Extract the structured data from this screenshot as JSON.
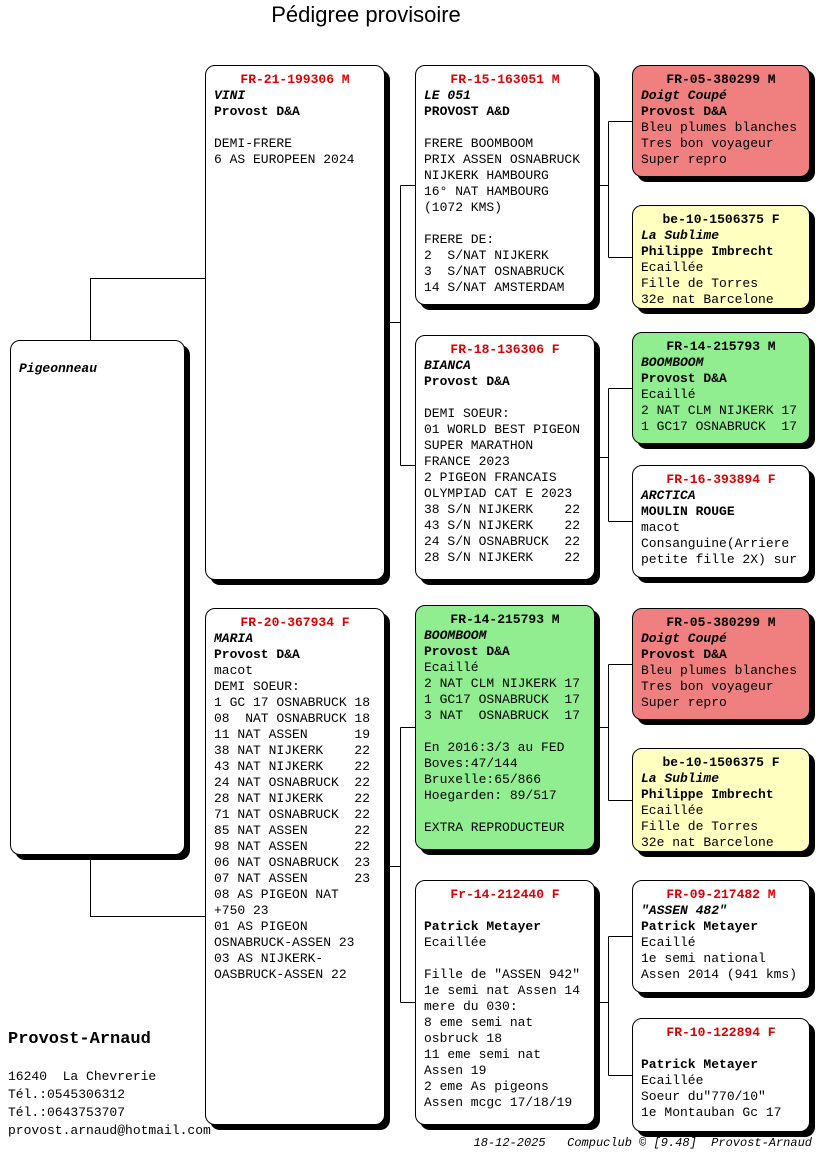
{
  "title": "Pédigree provisoire",
  "palette": {
    "ring_red": "#dd0000",
    "male_pink": "#f08080",
    "female_yellow": "#ffffc0",
    "breeder_green": "#90ee90",
    "card_white": "#ffffff"
  },
  "boxes": {
    "subject": {
      "ring": "",
      "name": "Pigeonneau",
      "owner": "",
      "body": "",
      "bg": "#ffffff"
    },
    "sire": {
      "ring": "FR-21-199306 M",
      "name": "VINI",
      "owner": "Provost D&A",
      "body": "\nDEMI-FRERE\n6 AS EUROPEEN 2024",
      "bg": "#ffffff"
    },
    "dam": {
      "ring": "FR-20-367934 F",
      "name": "MARIA",
      "owner": "Provost D&A",
      "body": "macot\nDEMI SOEUR:\n1 GC 17 OSNABRUCK 18\n08  NAT OSNABRUCK 18\n11 NAT ASSEN      19\n38 NAT NIJKERK    22\n43 NAT NIJKERK    22\n24 NAT OSNABRUCK  22\n28 NAT NIJKERK    22\n71 NAT OSNABRUCK  22\n85 NAT ASSEN      22\n98 NAT ASSEN      22\n06 NAT OSNABRUCK  23\n07 NAT ASSEN      23\n08 AS PIGEON NAT\n+750 23\n01 AS PIGEON\nOSNABRUCK-ASSEN 23\n03 AS NIJKERK-\nOASBRUCK-ASSEN 22",
      "bg": "#ffffff"
    },
    "sire_sire": {
      "ring": "FR-15-163051 M",
      "name": "LE 051",
      "owner": "PROVOST A&D",
      "body": "\nFRERE BOOMBOOM\nPRIX ASSEN OSNABRUCK\nNIJKERK HAMBOURG\n16° NAT HAMBOURG\n(1072 KMS)\n\nFRERE DE:\n2  S/NAT NIJKERK\n3  S/NAT OSNABRUCK\n14 S/NAT AMSTERDAM",
      "bg": "#ffffff"
    },
    "sire_dam": {
      "ring": "FR-18-136306 F",
      "name": "BIANCA",
      "owner": "Provost D&A",
      "body": "\nDEMI SOEUR:\n01 WORLD BEST PIGEON\nSUPER MARATHON\nFRANCE 2023\n2 PIGEON FRANCAIS\nOLYMPIAD CAT E 2023\n38 S/N NIJKERK    22\n43 S/N NIJKERK    22\n24 S/N OSNABRUCK  22\n28 S/N NIJKERK    22",
      "bg": "#ffffff"
    },
    "dam_sire": {
      "ring": "FR-14-215793 M",
      "name": "BOOMBOOM",
      "owner": "Provost D&A",
      "body": "Ecaillé\n2 NAT CLM NIJKERK 17\n1 GC17 OSNABRUCK  17\n3 NAT  OSNABRUCK  17\n\nEn 2016:3/3 au FED\nBoves:47/144\nBruxelle:65/866\nHoegarden: 89/517\n\nEXTRA REPRODUCTEUR",
      "bg": "#90ee90"
    },
    "dam_dam": {
      "ring": "Fr-14-212440 F",
      "name": "",
      "owner": "Patrick Metayer",
      "body": "Ecaillée\n\nFille de \"ASSEN 942\"\n1e semi nat Assen 14\nmere du 030:\n8 eme semi nat\nosbruck 18\n11 eme semi nat\nAssen 19\n2 eme As pigeons\nAssen mcgc 17/18/19",
      "bg": "#ffffff"
    },
    "ss_sire": {
      "ring": "FR-05-380299 M",
      "name": "Doigt Coupé",
      "owner": "Provost D&A",
      "body": "Bleu plumes blanches\nTres bon voyageur\nSuper repro",
      "bg": "#f08080"
    },
    "ss_dam": {
      "ring": "be-10-1506375 F",
      "name": "La Sublime",
      "owner": "Philippe Imbrecht",
      "body": "Ecaillée\nFille de Torres\n32e nat Barcelone",
      "bg": "#ffffc0"
    },
    "sd_sire": {
      "ring": "FR-14-215793 M",
      "name": "BOOMBOOM",
      "owner": "Provost D&A",
      "body": "Ecaillé\n2 NAT CLM NIJKERK 17\n1 GC17 OSNABRUCK  17",
      "bg": "#90ee90"
    },
    "sd_dam": {
      "ring": "FR-16-393894 F",
      "name": "ARCTICA",
      "owner": "MOULIN ROUGE",
      "body": "macot\nConsanguine(Arriere\npetite fille 2X) sur",
      "bg": "#ffffff"
    },
    "ds_sire": {
      "ring": "FR-05-380299 M",
      "name": "Doigt Coupé",
      "owner": "Provost D&A",
      "body": "Bleu plumes blanches\nTres bon voyageur\nSuper repro",
      "bg": "#f08080"
    },
    "ds_dam": {
      "ring": "be-10-1506375 F",
      "name": "La Sublime",
      "owner": "Philippe Imbrecht",
      "body": "Ecaillée\nFille de Torres\n32e nat Barcelone",
      "bg": "#ffffc0"
    },
    "dd_sire": {
      "ring": "FR-09-217482 M",
      "name": "\"ASSEN 482\"",
      "owner": "Patrick Metayer",
      "body": "Ecaillé\n1e semi national\nAssen 2014 (941 kms)",
      "bg": "#ffffff"
    },
    "dd_dam": {
      "ring": "FR-10-122894 F",
      "name": "",
      "owner": "Patrick Metayer",
      "body": "Ecaillée\nSoeur du\"770/10\"\n1e Montauban Gc 17",
      "bg": "#ffffff"
    }
  },
  "contact": {
    "name": "Provost-Arnaud",
    "address": "16240  La Chevrerie\nTél.:0545306312\nTél.:0643753707\nprovost.arnaud@hotmail.com"
  },
  "footer": "18-12-2025   Compuclub © [9.48]  Provost-Arnaud"
}
